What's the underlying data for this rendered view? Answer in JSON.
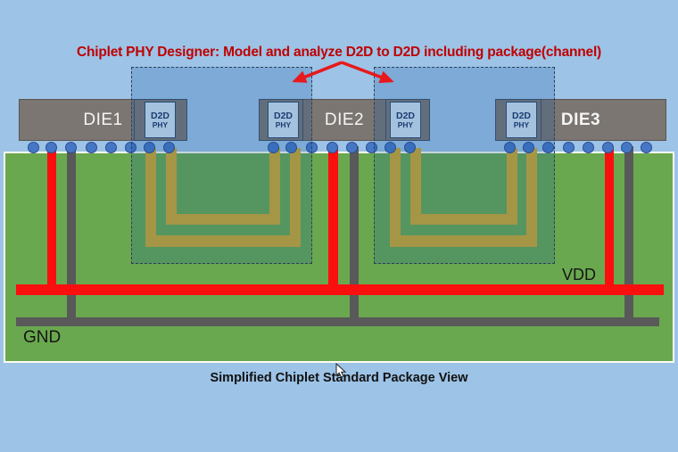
{
  "title": {
    "text": "Chiplet PHY Designer: Model and analyze D2D to D2D including package(channel)"
  },
  "dies": [
    {
      "name": "DIE1"
    },
    {
      "name": "DIE2"
    },
    {
      "name": "DIE3"
    }
  ],
  "phy": {
    "line1": "D2D",
    "line2": "PHY"
  },
  "power_labels": {
    "vdd": "VDD",
    "gnd": "GND"
  },
  "caption": "Simplified Chiplet Standard Package View",
  "colors": {
    "background": "#9dc3e6",
    "title": "#c00000",
    "arrow": "#e8191c",
    "substrate_fill": "#6aa84f",
    "substrate_border": "#fcfcef",
    "overlay_fill": "rgba(15,80,160,0.22)",
    "overlay_border": "#2f3f55",
    "die_fill": "#7b7672",
    "die_border": "#5a5550",
    "die_label": "#f5f5f5",
    "phy_outer_border": "#3f4d63",
    "phy_inner_fill": "#cfe0f0",
    "phy_inner_border": "#2e4d6e",
    "phy_text": "#1f3864",
    "bump_fill": "#4577c4",
    "bump_border": "#2a4f93",
    "trace": "#d0a92e",
    "vdd": "#fa0f0f",
    "gnd": "#595959",
    "label_text": "#151515",
    "caption": "#111111"
  }
}
